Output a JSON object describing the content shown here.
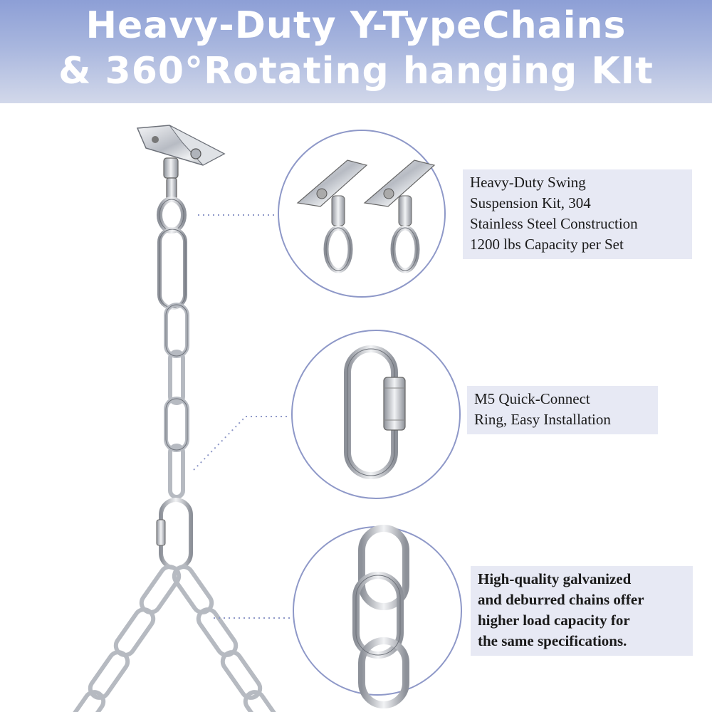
{
  "banner": {
    "title_line1": "Heavy-Duty Y-TypeChains",
    "title_line2": "& 360°Rotating hanging KIt"
  },
  "callouts": [
    {
      "lines": [
        "Heavy-Duty Swing",
        "Suspension Kit, 304",
        "Stainless Steel Construction",
        "1200 lbs Capacity per Set"
      ]
    },
    {
      "lines": [
        "M5 Quick-Connect",
        "Ring, Easy Installation"
      ]
    },
    {
      "lines": [
        "High-quality galvanized",
        "and deburred chains offer",
        "higher load capacity for",
        "the same specifications."
      ]
    }
  ],
  "colors": {
    "banner_top": "#8d9fd6",
    "circle_border": "#8e98c8",
    "dotted_connector": "#8e98c8",
    "label_bg": "#e7e9f4",
    "metal": "#c9ccd2"
  },
  "icons": [
    "swing-hanger-image",
    "quick-link-image",
    "chain-link-image"
  ]
}
